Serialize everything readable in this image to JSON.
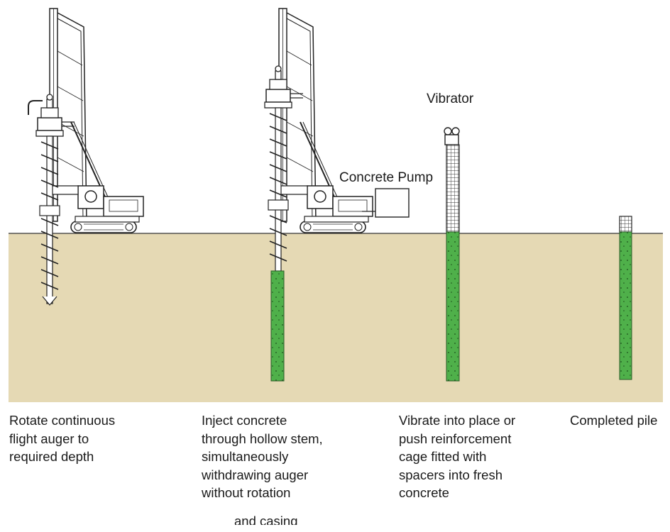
{
  "labels": {
    "vibrator": "Vibrator",
    "concrete_pump": "Concrete Pump"
  },
  "steps": [
    {
      "lines": [
        "Rotate continuous",
        "flight auger to",
        "required depth"
      ]
    },
    {
      "lines": [
        "Inject concrete",
        "through hollow stem,",
        "simultaneously",
        "withdrawing auger",
        "without rotation"
      ]
    },
    {
      "lines": [
        "Vibrate into place or",
        "push reinforcement",
        "cage fitted with",
        "spacers into fresh",
        "concrete"
      ]
    },
    {
      "lines": [
        "Completed pile"
      ]
    }
  ],
  "cutoff_text": "and casing",
  "colors": {
    "soil": "#e5d9b4",
    "concrete": "#4fb04a",
    "line": "#222222"
  }
}
